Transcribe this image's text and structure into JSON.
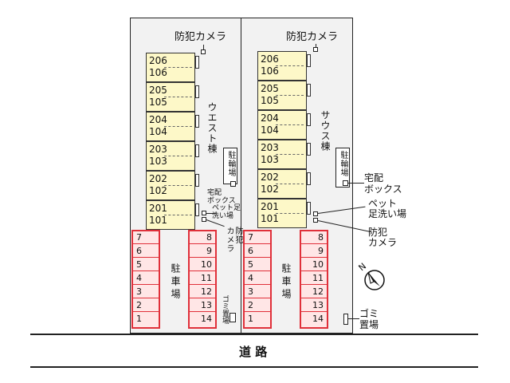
{
  "west": {
    "camera_top": "防犯カメラ",
    "building_name": "ウエスト棟",
    "units": [
      [
        "206",
        "106"
      ],
      [
        "205",
        "105"
      ],
      [
        "204",
        "104"
      ],
      [
        "203",
        "103"
      ],
      [
        "202",
        "102"
      ],
      [
        "201",
        "101"
      ]
    ],
    "bike": "駐輪場",
    "delivery_box": "宅配\nボックス",
    "pet_wash": "ペット足\n洗い場",
    "camera_bottom": "防犯\nカメラ",
    "parking_label": "駐車場",
    "parking_left": [
      "7",
      "6",
      "5",
      "4",
      "3",
      "2",
      "1"
    ],
    "parking_right": [
      "8",
      "9",
      "10",
      "11",
      "12",
      "13",
      "14"
    ],
    "garbage": "ゴミ置場"
  },
  "south": {
    "camera_top": "防犯カメラ",
    "building_name": "サウス棟",
    "units": [
      [
        "206",
        "106"
      ],
      [
        "205",
        "105"
      ],
      [
        "204",
        "104"
      ],
      [
        "203",
        "103"
      ],
      [
        "202",
        "102"
      ],
      [
        "201",
        "101"
      ]
    ],
    "bike": "駐輪場",
    "delivery_box": "宅配\nボックス",
    "pet_wash": "ペット\n足洗い場",
    "camera_bottom": "防犯\nカメラ",
    "parking_label": "駐車場",
    "parking_left": [
      "7",
      "6",
      "5",
      "4",
      "3",
      "2",
      "1"
    ],
    "parking_right": [
      "8",
      "9",
      "10",
      "11",
      "12",
      "13",
      "14"
    ],
    "garbage": "ゴミ\n置場"
  },
  "road": "道 路",
  "compass": "N"
}
